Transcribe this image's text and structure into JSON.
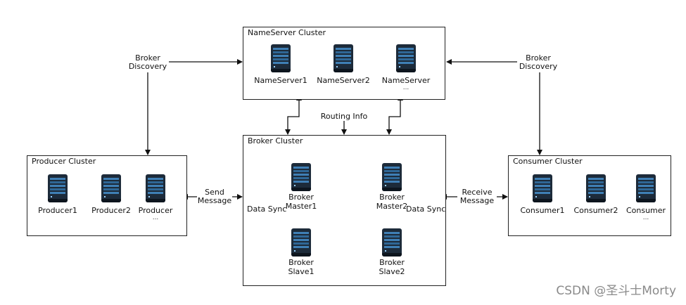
{
  "nameserver_cluster": {
    "title": "NameServer Cluster",
    "nodes": [
      {
        "label": "NameServer1"
      },
      {
        "label": "NameServer2"
      },
      {
        "label": "NameServer",
        "sub": "..."
      }
    ]
  },
  "producer_cluster": {
    "title": "Producer Cluster",
    "nodes": [
      {
        "label": "Producer1"
      },
      {
        "label": "Producer2"
      },
      {
        "label": "Producer",
        "sub": "..."
      }
    ]
  },
  "broker_cluster": {
    "title": "Broker Cluster",
    "nodes": [
      {
        "line1": "Broker",
        "line2": "Master1"
      },
      {
        "line1": "Broker",
        "line2": "Slave1"
      },
      {
        "line1": "Broker",
        "line2": "Master2"
      },
      {
        "line1": "Broker",
        "line2": "Slave2"
      }
    ]
  },
  "consumer_cluster": {
    "title": "Consumer Cluster",
    "nodes": [
      {
        "label": "Consumer1"
      },
      {
        "label": "Consumer2"
      },
      {
        "label": "Consumer",
        "sub": "..."
      }
    ]
  },
  "edge_labels": {
    "broker_discovery_left": {
      "line1": "Broker",
      "line2": "Discovery"
    },
    "broker_discovery_right": {
      "line1": "Broker",
      "line2": "Discovery"
    },
    "routing_info": "Routing Info",
    "send_message": {
      "line1": "Send",
      "line2": "Message"
    },
    "receive_message": {
      "line1": "Receive",
      "line2": "Message"
    },
    "data_sync_left": "Data Sync",
    "data_sync_right": "Data Sync"
  },
  "watermark": "CSDN @圣斗士Morty"
}
